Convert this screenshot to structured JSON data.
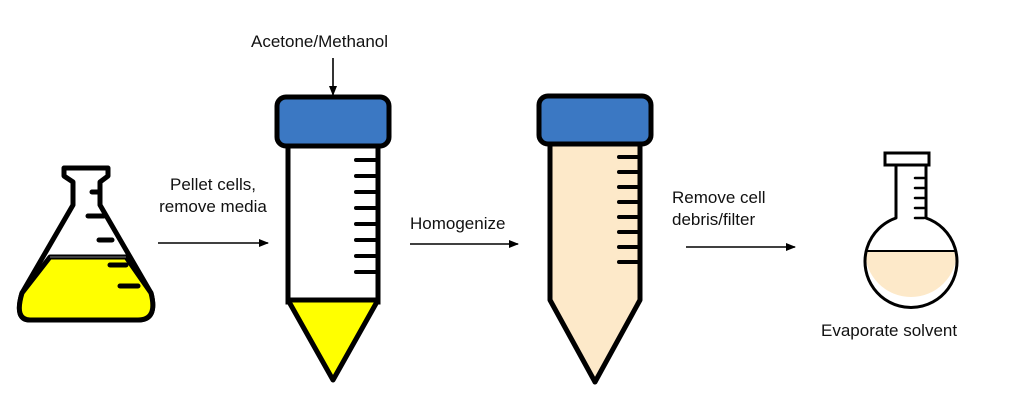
{
  "labels": {
    "solvent_in": "Acetone/Methanol",
    "step1_line1": "Pellet cells,",
    "step1_line2": "remove media",
    "step2": "Homogenize",
    "step3_line1": "Remove cell",
    "step3_line2": "debris/filter",
    "final": "Evaporate solvent"
  },
  "colors": {
    "culture_yellow": "#ffff00",
    "cap_blue": "#3b78c3",
    "extract_cream": "#fde9c9",
    "outline": "#000000"
  },
  "icons": [
    "erlenmeyer-flask-icon",
    "centrifuge-tube-icon",
    "round-bottom-flask-icon",
    "arrow-icon"
  ]
}
